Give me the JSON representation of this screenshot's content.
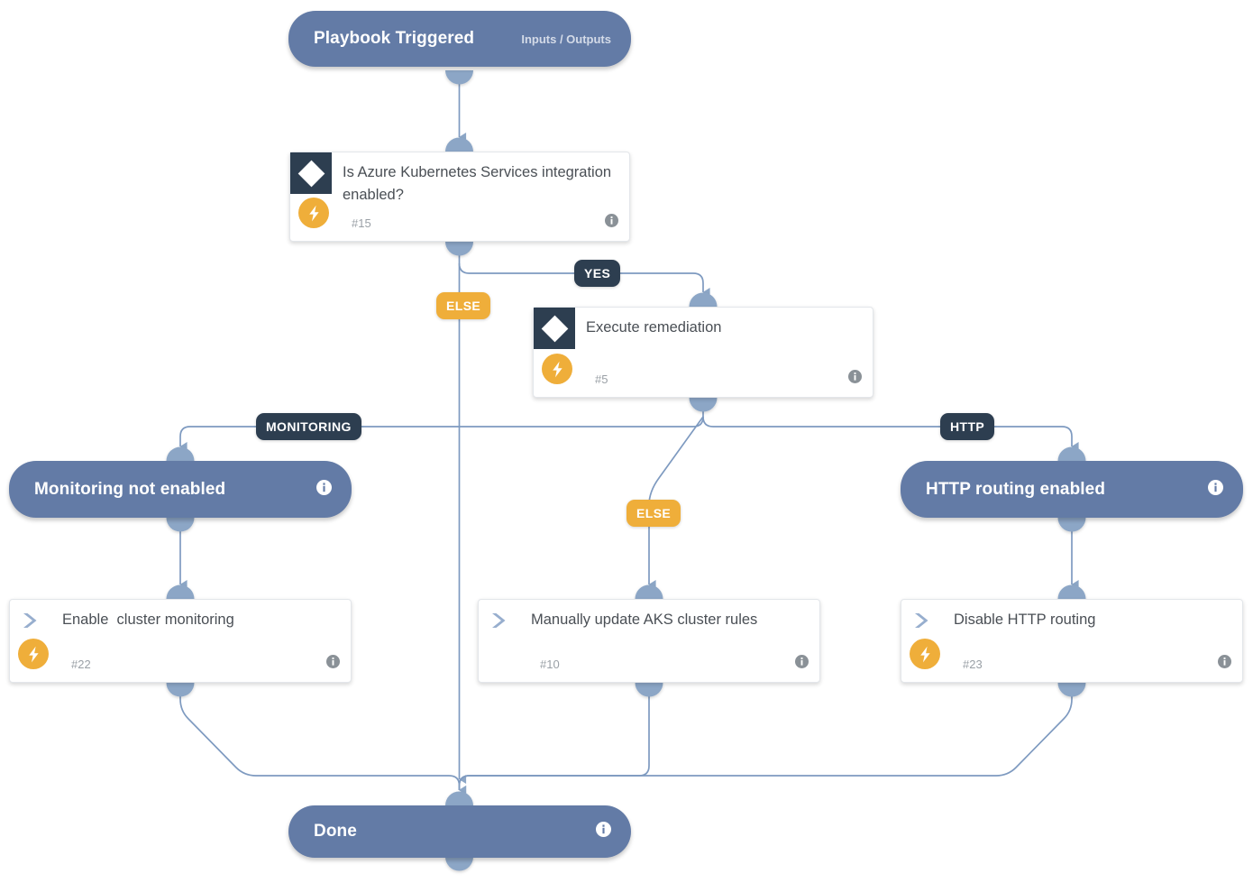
{
  "diagram": {
    "title": "Playbook flow",
    "colors": {
      "capsule": "#637ba6",
      "icon_box": "#2d3e50",
      "badge_dark": "#2d3e50",
      "badge_amber": "#efae3a",
      "bolt": "#efae3a",
      "edge": "#7e9ac0",
      "port": "#8ca6c6",
      "background": "#ffffff",
      "card_title_text": "#4a4f55",
      "card_number_text": "#9aa0a6"
    },
    "nodes": [
      {
        "id": "playbook-triggered",
        "kind": "capsule",
        "title": "Playbook Triggered",
        "subtitle": "Inputs / Outputs",
        "info": false
      },
      {
        "id": "aks-integration-decision",
        "kind": "decision-card",
        "title": "Is Azure Kubernetes Services integration enabled?",
        "number": "#15",
        "bolt": true,
        "info": true,
        "icon": "diamond-icon"
      },
      {
        "id": "execute-remediation",
        "kind": "decision-card",
        "title": "Execute remediation",
        "number": "#5",
        "bolt": true,
        "info": true,
        "icon": "diamond-icon"
      },
      {
        "id": "monitoring-not-enabled",
        "kind": "capsule",
        "title": "Monitoring not enabled",
        "subtitle": "",
        "info": true
      },
      {
        "id": "http-routing-enabled",
        "kind": "capsule",
        "title": "HTTP routing enabled",
        "subtitle": "",
        "info": true
      },
      {
        "id": "enable-cluster-monitoring",
        "kind": "action-card",
        "title": "Enable  cluster monitoring",
        "number": "#22",
        "bolt": true,
        "info": true,
        "icon": "chevron-right-icon"
      },
      {
        "id": "manually-update-aks-cluster-rules",
        "kind": "action-card",
        "title": "Manually update AKS cluster rules",
        "number": "#10",
        "bolt": false,
        "info": true,
        "icon": "chevron-right-icon"
      },
      {
        "id": "disable-http-routing",
        "kind": "action-card",
        "title": "Disable HTTP routing",
        "number": "#23",
        "bolt": true,
        "info": true,
        "icon": "chevron-right-icon"
      },
      {
        "id": "done",
        "kind": "capsule",
        "title": "Done",
        "subtitle": "",
        "info": true
      }
    ],
    "branch_labels": [
      {
        "id": "yes",
        "text": "YES",
        "style": "dark"
      },
      {
        "id": "else-top",
        "text": "ELSE",
        "style": "amber"
      },
      {
        "id": "monitoring",
        "text": "MONITORING",
        "style": "dark"
      },
      {
        "id": "http",
        "text": "HTTP",
        "style": "dark"
      },
      {
        "id": "else-mid",
        "text": "ELSE",
        "style": "amber"
      }
    ]
  }
}
